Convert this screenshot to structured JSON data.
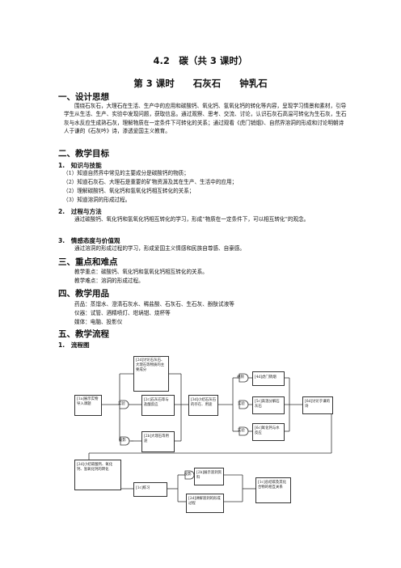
{
  "title": "4.2　碳（共 3 课时）",
  "subtitle": "第 3 课时　　石灰石　　钟乳石",
  "sections": {
    "s1": "一、设计思想",
    "s1_body": "围绕石灰石，大理石在生活、生产中的应用和碳酸钙、氧化钙、氢氧化钙的转化等内容，呈现学习情景和素材，引导学生从生活、生产、实验中发现问题，获取信息。通过观察、思考、交流、讨论，认识石灰石高温可转化为生石灰，生石灰与水反应生成熟石灰，理解物质在一定条件下可转化的关系；通过观看《虎门销烟》、自然界溶洞的形成和讨论明朝诗人于谦的《石灰吟》诗，渗透爱国主义教育。",
    "s2": "二、教学目标",
    "s2_1": "1.　知识与技能",
    "s2_1_items": [
      "（1）知道自然界中常见的主要成分是碳酸钙的物质；",
      "（2）知道石灰石、大理石是重要的矿物资源及其在生产、生活中的应用；",
      "（2）理解碳酸钙、氧化钙和氢氧化钙相互转化的关系；",
      "（3）知道溶洞的形成过程。"
    ],
    "s2_2": "2.　过程与方法",
    "s2_2_body": "通过碳酸钙、氧化钙和氢氧化钙相互转化的学习，形成“物质在一定条件下，可以相互转化”的观念。",
    "s2_3": "3.　情感态度与价值观",
    "s2_3_body": "通过溶洞的形成过程的学习，形成爱国主义情感和民族自尊感、自豪感。",
    "s3": "三、重点和难点",
    "s3_items": [
      "教学重点：碳酸钙、氧化钙和氢氧化钙相互转化的关系。",
      "教学难点：溶洞的形成过程。"
    ],
    "s4": "四、教学用品",
    "s4_items": [
      "药品：蒸馏水、澄清石灰水、稀盐酸、石灰石、生石灰、酚酞试液等",
      "仪器：试管、酒精喷灯、坩埚钳、烧杯等",
      "媒体：电脑、投影仪"
    ],
    "s5": "五、教学流程",
    "s5_1": "1.　流程图"
  },
  "flowchart": {
    "box_top": "[2d]讨论石灰石、大理石等物质的主要成分",
    "box_intro": "[1a]展示实物导入课题",
    "box_exp": "[2c]石灰石等与盐酸反应",
    "box_use": "[2b]大理石等用途",
    "box_mid": "[3d]小结石灰石的存在、用途",
    "box_humen": "[4d]虎门销烟",
    "box_decomp": "[5c]高温分解石灰石",
    "box_cao": "[6c]氧化钙与水反应",
    "box_disc": "[6d]讨论于谦的诗",
    "box_sum": "[2d]小结碳酸钙、氧化钙、氢氧化钙的转化",
    "box_prac": "[1c]练习",
    "box_cave": "[2b]展示溶洞资料",
    "box_cave2": "[2d]讲解溶洞的形成过程",
    "box_final": "[1c]总结碳及其化合物的相互关系",
    "label_exp1": "实验",
    "label_exp2": "实验",
    "label_exp3": "实验",
    "label_pic": "投影",
    "label_pic2": "投影",
    "label_vid": "视频"
  }
}
